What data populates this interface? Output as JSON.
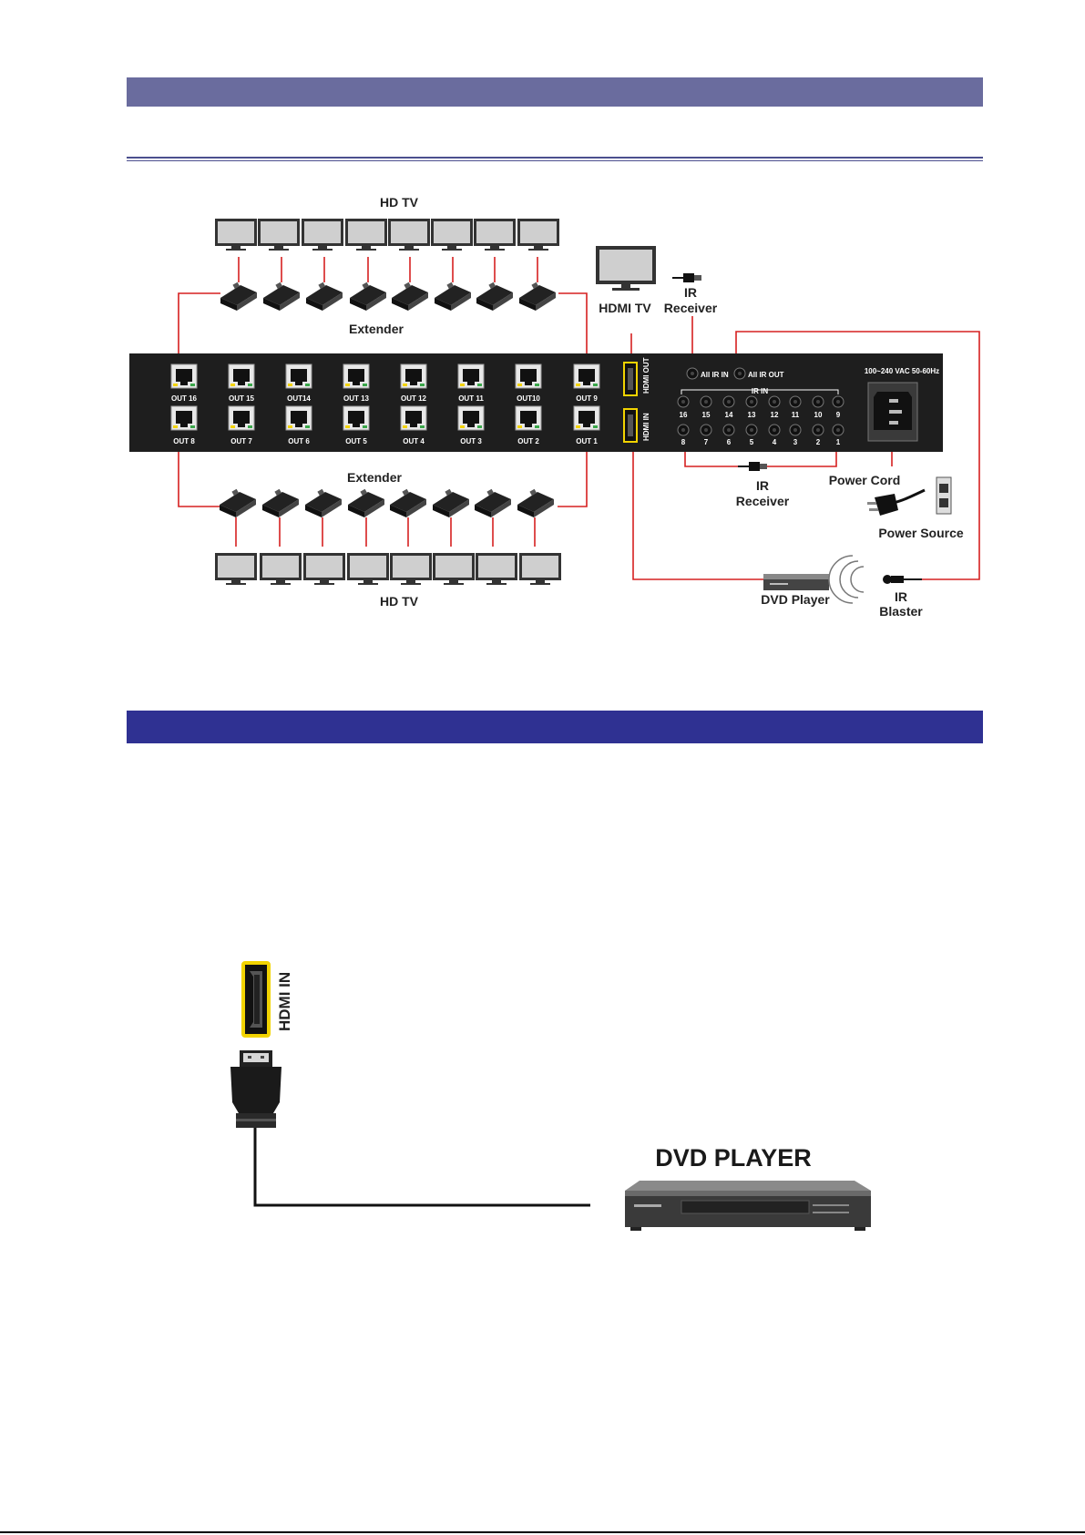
{
  "diagram": {
    "hdtv_top_label": "HD TV",
    "hdtv_bottom_label": "HD TV",
    "extender_top_label": "Extender",
    "extender_bottom_label": "Extender",
    "hdmi_tv_label": "HDMI TV",
    "ir_receiver_top_line1": "IR",
    "ir_receiver_top_line2": "Receiver",
    "ir_receiver_bottom_line1": "IR",
    "ir_receiver_bottom_line2": "Receiver",
    "power_cord_label": "Power Cord",
    "power_source_label": "Power Source",
    "dvd_player_label": "DVD Player",
    "ir_blaster_line1": "IR",
    "ir_blaster_line2": "Blaster",
    "hdmi_out_label": "HDMI OUT",
    "hdmi_in_label": "HDMI IN",
    "all_ir_in_label": "All IR IN",
    "all_ir_out_label": "All IR OUT",
    "ir_in_label": "IR IN",
    "power_spec_label": "100~240 VAC 50-60Hz",
    "out_top_row": [
      "OUT 16",
      "OUT 15",
      "OUT14",
      "OUT 13",
      "OUT 12",
      "OUT 11",
      "OUT10",
      "OUT 9"
    ],
    "out_bottom_row": [
      "OUT 8",
      "OUT 7",
      "OUT 6",
      "OUT 5",
      "OUT 4",
      "OUT 3",
      "OUT 2",
      "OUT 1"
    ],
    "ir_top_numbers": [
      "16",
      "15",
      "14",
      "13",
      "12",
      "11",
      "10",
      "9"
    ],
    "ir_bottom_numbers": [
      "8",
      "7",
      "6",
      "5",
      "4",
      "3",
      "2",
      "1"
    ]
  },
  "connection": {
    "hdmi_in_label": "HDMI IN",
    "dvd_player_title": "DVD PLAYER"
  }
}
